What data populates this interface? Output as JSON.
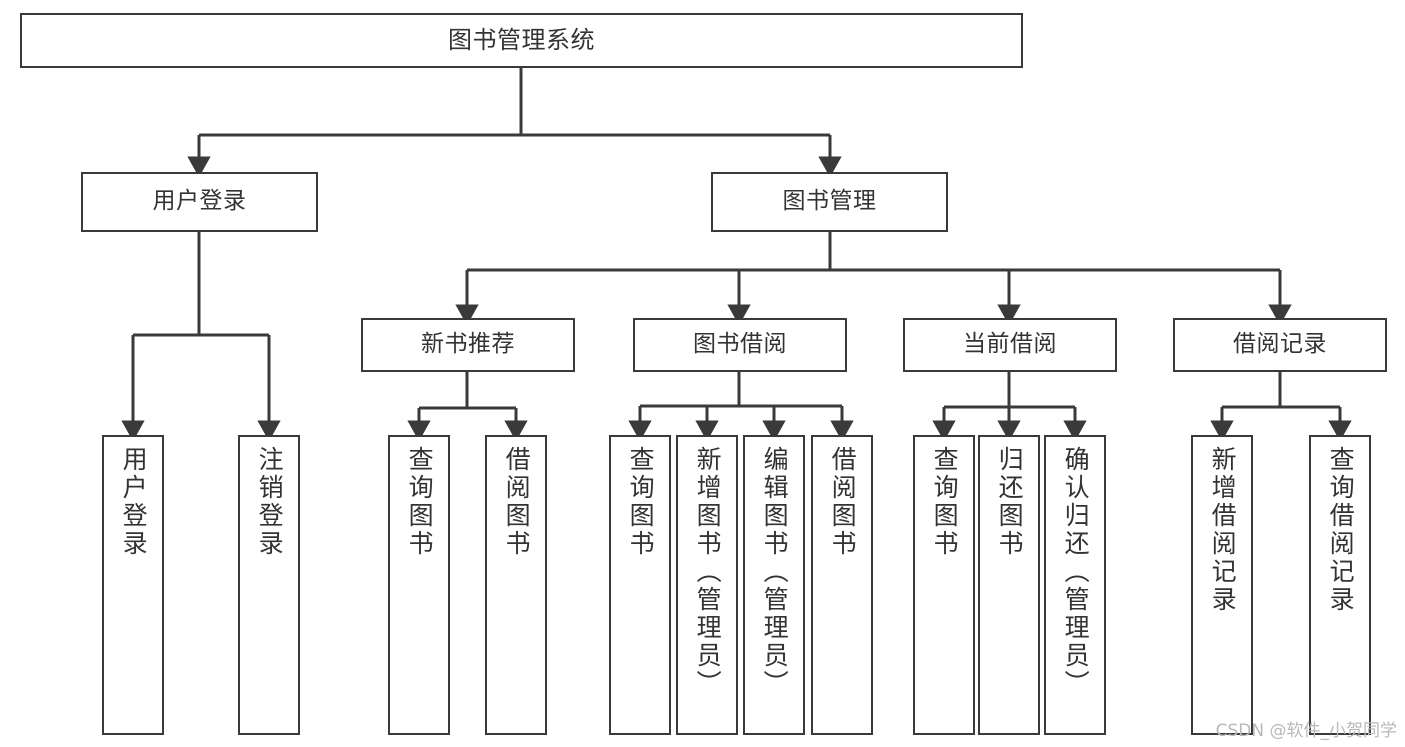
{
  "diagram": {
    "type": "tree-hierarchy",
    "title": "图书管理系统",
    "background_color": "#ffffff",
    "border_color": "#3a3a3a",
    "text_color": "#333333",
    "nodes": {
      "root": {
        "label": "图书管理系统"
      },
      "level2": [
        {
          "id": "user-login",
          "label": "用户登录"
        },
        {
          "id": "book-manage",
          "label": "图书管理"
        }
      ],
      "level3": [
        {
          "id": "new-book-recommend",
          "label": "新书推荐"
        },
        {
          "id": "book-borrow",
          "label": "图书借阅"
        },
        {
          "id": "current-borrow",
          "label": "当前借阅"
        },
        {
          "id": "borrow-record",
          "label": "借阅记录"
        }
      ],
      "leaves": {
        "user_login": [
          {
            "id": "leaf-user-login",
            "label": "用户登录"
          },
          {
            "id": "leaf-logout-login",
            "label": "注销登录"
          }
        ],
        "new_book_recommend": [
          {
            "id": "leaf-query-book-1",
            "label": "查询图书"
          },
          {
            "id": "leaf-borrow-book-1",
            "label": "借阅图书"
          }
        ],
        "book_borrow": [
          {
            "id": "leaf-query-book-2",
            "label": "查询图书"
          },
          {
            "id": "leaf-add-book",
            "label": "新增图书（管理员）"
          },
          {
            "id": "leaf-edit-book",
            "label": "编辑图书（管理员）"
          },
          {
            "id": "leaf-borrow-book-2",
            "label": "借阅图书"
          }
        ],
        "current_borrow": [
          {
            "id": "leaf-query-book-3",
            "label": "查询图书"
          },
          {
            "id": "leaf-return-book",
            "label": "归还图书"
          },
          {
            "id": "leaf-confirm-return",
            "label": "确认归还（管理员）"
          }
        ],
        "borrow_record": [
          {
            "id": "leaf-add-record",
            "label": "新增借阅记录"
          },
          {
            "id": "leaf-query-record",
            "label": "查询借阅记录"
          }
        ]
      }
    }
  },
  "watermark": {
    "text": "CSDN @软件_小贺同学"
  }
}
